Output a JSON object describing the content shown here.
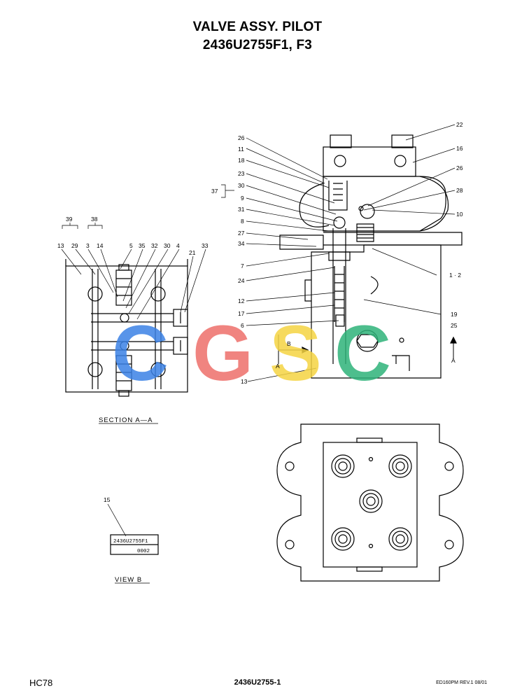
{
  "title": {
    "line1": "VALVE ASSY. PILOT",
    "line2": "2436U2755F1, F3"
  },
  "watermark": {
    "letters": [
      {
        "char": "C",
        "color": "#3b82e6"
      },
      {
        "char": "G",
        "color": "#ee6f6a"
      },
      {
        "char": "S",
        "color": "#f5d443"
      },
      {
        "char": "C",
        "color": "#2fb37a"
      }
    ]
  },
  "main_view_labels": {
    "l26a": "26",
    "l11": "11",
    "l18": "18",
    "l23": "23",
    "l37": "37",
    "l30": "30",
    "l9": "9",
    "l31": "31",
    "l8": "8",
    "l27": "27",
    "l34": "34",
    "l7": "7",
    "l24": "24",
    "l12": "12",
    "l17": "17",
    "l6": "6",
    "l13": "13",
    "l22": "22",
    "l16": "16",
    "l26b": "26",
    "l28": "28",
    "l10": "10",
    "l1_2": "1 · 2",
    "l19": "19",
    "l25": "25",
    "lA_right": "A",
    "lB": "B",
    "lA_inner": "A"
  },
  "section_labels": {
    "l39": "39",
    "l38": "38",
    "l13": "13",
    "l29": "29",
    "l3": "3",
    "l14": "14",
    "l5": "5",
    "l35": "35",
    "l32": "32",
    "l30": "30",
    "l4": "4",
    "l21": "21",
    "l33": "33"
  },
  "section_caption": "SECTION  A—A",
  "view_b": {
    "label15": "15",
    "plate_line1": "2436U2755F1",
    "plate_line2": "0002",
    "caption": "VIEW  B"
  },
  "footer": {
    "left": "HC78",
    "center": "2436U2755-1",
    "right": "ED160PM REV.1 08/01"
  }
}
